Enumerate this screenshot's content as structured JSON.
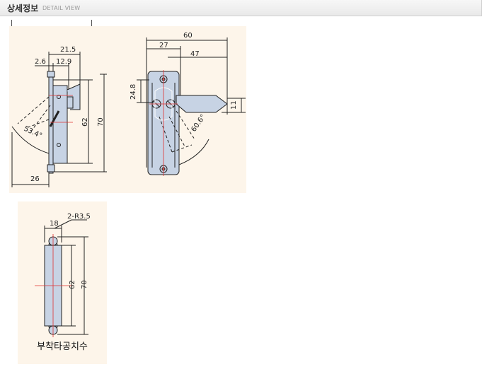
{
  "header": {
    "title": "상세정보",
    "subtitle": "DETAIL VIEW"
  },
  "drawing1": {
    "dims": {
      "d21_5": "21.5",
      "d2_6": "2.6",
      "d12_9": "12.9",
      "d62": "62",
      "d70": "70",
      "d26": "26",
      "d53_4": "53.4°"
    }
  },
  "drawing2": {
    "dims": {
      "d60": "60",
      "d27": "27",
      "d47": "47",
      "d24_8": "24.8",
      "d11": "11",
      "d60_6": "60.6°"
    }
  },
  "drawing3": {
    "dims": {
      "d18": "18",
      "r3_5": "2-R3.5",
      "d62": "62",
      "d70": "70"
    },
    "caption": "부착타공치수"
  },
  "colors": {
    "plate": "#c7d3e4",
    "line": "#222222",
    "center": "#e03030"
  }
}
